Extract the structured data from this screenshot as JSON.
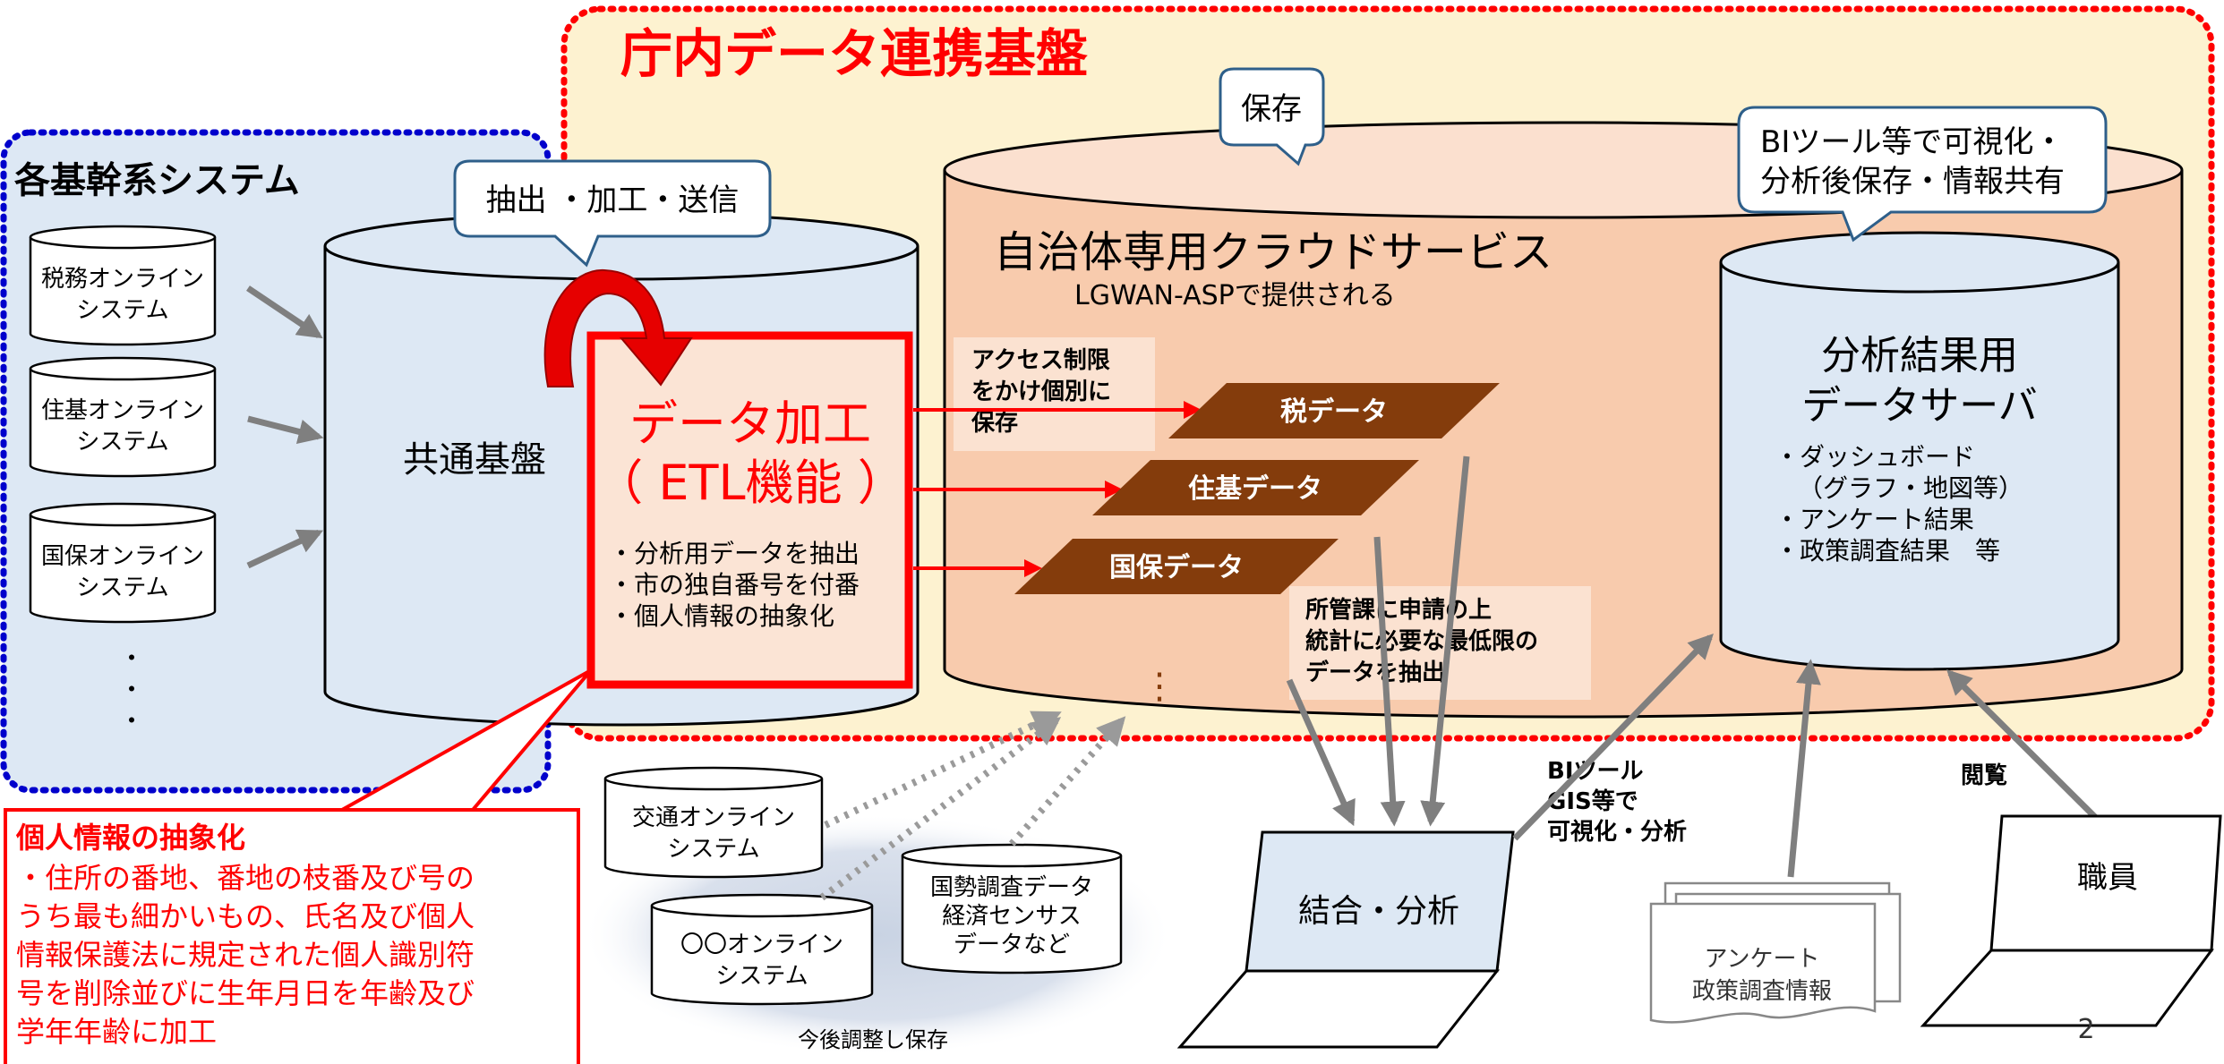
{
  "title": "庁内データ連携基盤",
  "core_systems": {
    "label": "各基幹系システム",
    "systems": [
      [
        "税務オンライン",
        "システム"
      ],
      [
        "住基オンライン",
        "システム"
      ],
      [
        "国保オンライン",
        "システム"
      ]
    ],
    "ellipsis": "・"
  },
  "common_base": {
    "label": "共通基盤"
  },
  "callouts": {
    "extract": "抽出 ・加工・送信",
    "save": "保存",
    "bi_share": [
      "BIツール等で可視化・",
      "分析後保存・情報共有"
    ]
  },
  "etl": {
    "title_line1": "データ加工",
    "title_line2": "（ ETL機能 ）",
    "bullets": [
      "・分析用データを抽出",
      "・市の独自番号を付番",
      "・個人情報の抽象化"
    ]
  },
  "cloud": {
    "title": "自治体専用クラウドサービス",
    "subtitle": "LGWAN-ASPで提供される",
    "access_note": [
      "アクセス制限",
      "をかけ個別に",
      "保存"
    ],
    "data_items": [
      "税データ",
      "住基データ",
      "国保データ"
    ],
    "more": "⋮",
    "request_note": [
      "所管課に申請の上",
      "統計に必要な最低限の",
      "データを抽出"
    ]
  },
  "analysis_server": {
    "title_line1": "分析結果用",
    "title_line2": "データサーバ",
    "items": [
      "・ダッシュボード",
      "（グラフ・地図等）",
      "・アンケート結果",
      "・政策調査結果　等"
    ]
  },
  "future": {
    "systems": [
      [
        "交通オンライン",
        "システム"
      ],
      [
        "〇〇オンライン",
        "システム"
      ],
      [
        "国勢調査データ",
        "経済センサス",
        "データなど"
      ]
    ],
    "label": "今後調整し保存"
  },
  "privacy_box": {
    "title": "個人情報の抽象化",
    "lines": [
      "・住所の番地、番地の枝番及び号の",
      "うち最も細かいもの、氏名及び個人",
      "情報保護法に規定された個人識別符",
      "号を削除並びに生年月日を年齢及び",
      "学年年齢に加工"
    ]
  },
  "analysis_pc": {
    "label": "結合・分析"
  },
  "bi_note": [
    "BIツール",
    "GIS等で",
    "可視化・分析"
  ],
  "survey": [
    "アンケート",
    "政策調査情報"
  ],
  "browse": "閲覧",
  "staff": "職員",
  "page_number": "2",
  "colors": {
    "red": "#ff0000",
    "blue_dash": "#0000cc",
    "core_bg": "#dde8f4",
    "platform_bg": "#fdf2d0",
    "cloud_fill": "#f8cbad",
    "data_brown": "#843c0c",
    "gray_arrow": "#7f7f7f"
  }
}
